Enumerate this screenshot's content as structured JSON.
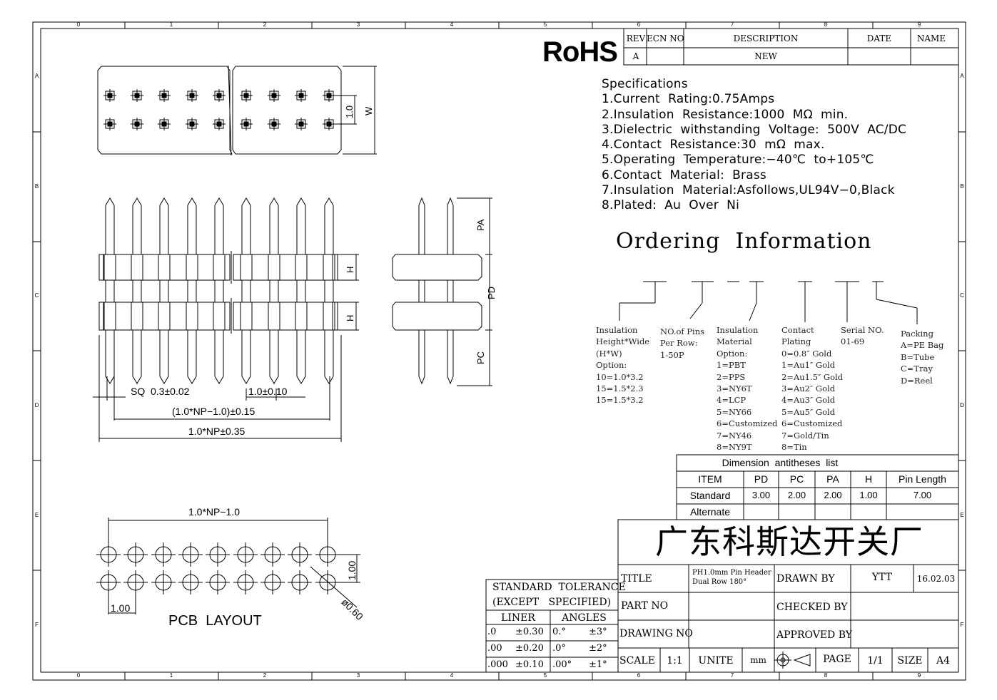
{
  "border": {
    "col_labels": [
      "0",
      "1",
      "2",
      "3",
      "4",
      "5",
      "6",
      "7",
      "8",
      "9"
    ],
    "row_labels": [
      "A",
      "B",
      "C",
      "D",
      "E",
      "F"
    ]
  },
  "rohs": "RoHS",
  "revision_table": {
    "headers": [
      "REV",
      "ECN NO",
      "DESCRIPTION",
      "DATE",
      "NAME"
    ],
    "row": [
      "A",
      "",
      "NEW",
      "",
      ""
    ]
  },
  "specifications": {
    "title": "Specifications",
    "items": [
      "1.Current  Rating:0.75Amps",
      "2.Insulation  Resistance:1000  MΩ  min.",
      "3.Dielectric  withstanding  Voltage:  500V  AC/DC",
      "4.Contact  Resistance:30  mΩ  max.",
      "5.Operating  Temperature:−40℃  to+105℃",
      "6.Contact  Material:  Brass",
      "7.Insulation  Material:Asfollows,UL94V−0,Black",
      "8.Plated:  Au  Over  Ni"
    ]
  },
  "ordering": {
    "title": "Ordering  Information",
    "groups": [
      {
        "lines": [
          "Insulation",
          "Height*Wide",
          "(H*W)",
          "Option:",
          "10=1.0*3.2",
          "15=1.5*2.3",
          "15=1.5*3.2"
        ]
      },
      {
        "lines": [
          "NO.of Pins",
          "Per Row:",
          "1-50P"
        ]
      },
      {
        "lines": [
          "Insulation",
          "Material",
          "Option:",
          "1=PBT",
          "2=PPS",
          "3=NY6T",
          "4=LCP",
          "5=NY66",
          "6=Customized",
          "7=NY46",
          "8=NY9T"
        ]
      },
      {
        "lines": [
          "Contact",
          "Plating",
          "0=0.8″ Gold",
          "1=Au1″ Gold",
          "2=Au1.5″ Gold",
          "3=Au2″ Gold",
          "4=Au3″ Gold",
          "5=Au5″ Gold",
          "6=Customized",
          "7=Gold/Tin",
          "8=Tin"
        ]
      },
      {
        "lines": [
          "Serial NO.",
          "01-69"
        ]
      },
      {
        "lines": [
          "Packing",
          "A=PE Bag",
          "B=Tube",
          "C=Tray",
          "D=Reel"
        ]
      }
    ]
  },
  "dimension_table": {
    "title": "Dimension  antitheses  list",
    "headers": [
      "ITEM",
      "PD",
      "PC",
      "PA",
      "H",
      "Pin Length"
    ],
    "rows": [
      [
        "Standard",
        "3.00",
        "2.00",
        "2.00",
        "1.00",
        "7.00"
      ],
      [
        "Alternate",
        "",
        "",
        "",
        "",
        ""
      ]
    ]
  },
  "company": "广东科斯达开关厂",
  "title_block": {
    "title_label": "TITLE",
    "title_value": [
      "PH1.0mm Pin Header",
      "Dual Row 180°"
    ],
    "part_no_label": "PART NO",
    "drawing_no_label": "DRAWING NO",
    "drawn_by_label": "DRAWN BY",
    "drawn_by_value": "YTT",
    "drawn_date": "16.02.03",
    "checked_by_label": "CHECKED BY",
    "approved_by_label": "APPROVED BY",
    "scale_label": "SCALE",
    "scale_value": "1:1",
    "unite_label": "UNITE",
    "unite_value": "mm",
    "page_label": "PAGE",
    "page_value": "1/1",
    "size_label": "SIZE",
    "size_value": "A4"
  },
  "tolerance": {
    "title": [
      "STANDARD  TOLERANCE",
      "(EXCEPT   SPECIFIED)"
    ],
    "headers": [
      "LINER",
      "ANGLES"
    ],
    "rows": [
      [
        ".0",
        "±0.30",
        "0.°",
        "±3°"
      ],
      [
        ".00",
        "±0.20",
        ".0°",
        "±2°"
      ],
      [
        ".000",
        "±0.10",
        ".00°",
        "±1°"
      ]
    ]
  },
  "dims": {
    "w_small": "1.0",
    "w": "W",
    "pa": "PA",
    "h": "H",
    "pd": "PD",
    "pc": "PC",
    "sq": "SQ  0.3±0.02",
    "pitch": "1.0±0.10",
    "span": "(1.0*NP−1.0)±0.15",
    "total": "1.0*NP±0.35",
    "pcb_span": "1.0*NP−1.0",
    "pcb_pitch_v": "1.00",
    "pcb_pitch_h": "1.00",
    "hole": "ø0.60",
    "pcb_title": "PCB  LAYOUT"
  }
}
